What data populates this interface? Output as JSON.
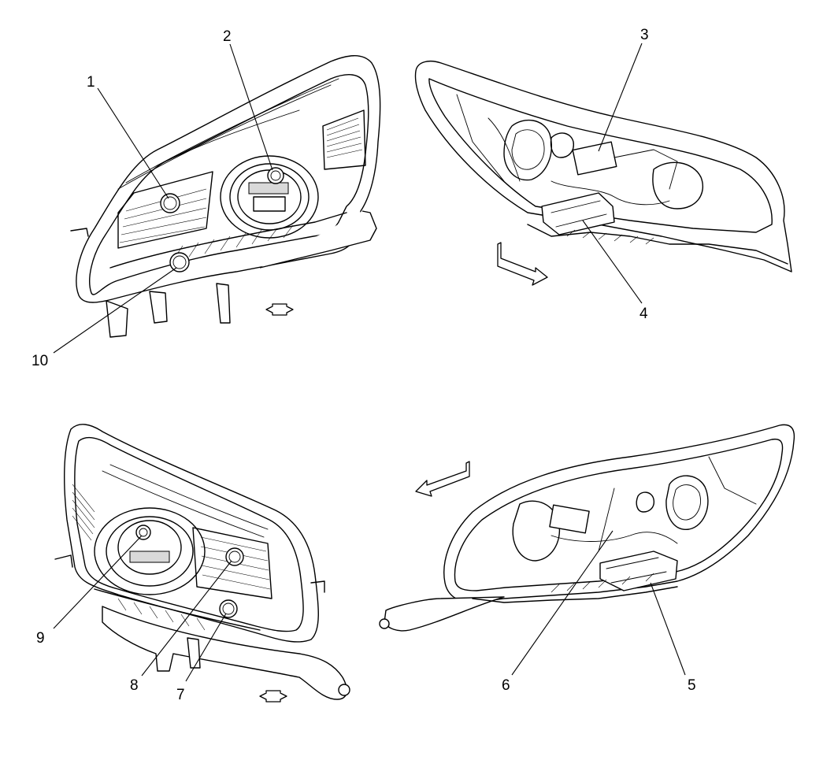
{
  "callouts": {
    "c1": "1",
    "c2": "2",
    "c3": "3",
    "c4": "4",
    "c5": "5",
    "c6": "6",
    "c7": "7",
    "c8": "8",
    "c9": "9",
    "c10": "10"
  },
  "parts": {
    "1": "bulb-socket",
    "2": "projector-bulb-socket",
    "3": "rear-wiring-connector",
    "4": "control-module",
    "5": "control-module",
    "6": "rear-wiring-connector",
    "7": "bulb-socket",
    "8": "bulb-socket",
    "9": "projector-bulb-socket",
    "10": "bulb-socket"
  },
  "icons": [
    "direction-arrow-icon"
  ]
}
